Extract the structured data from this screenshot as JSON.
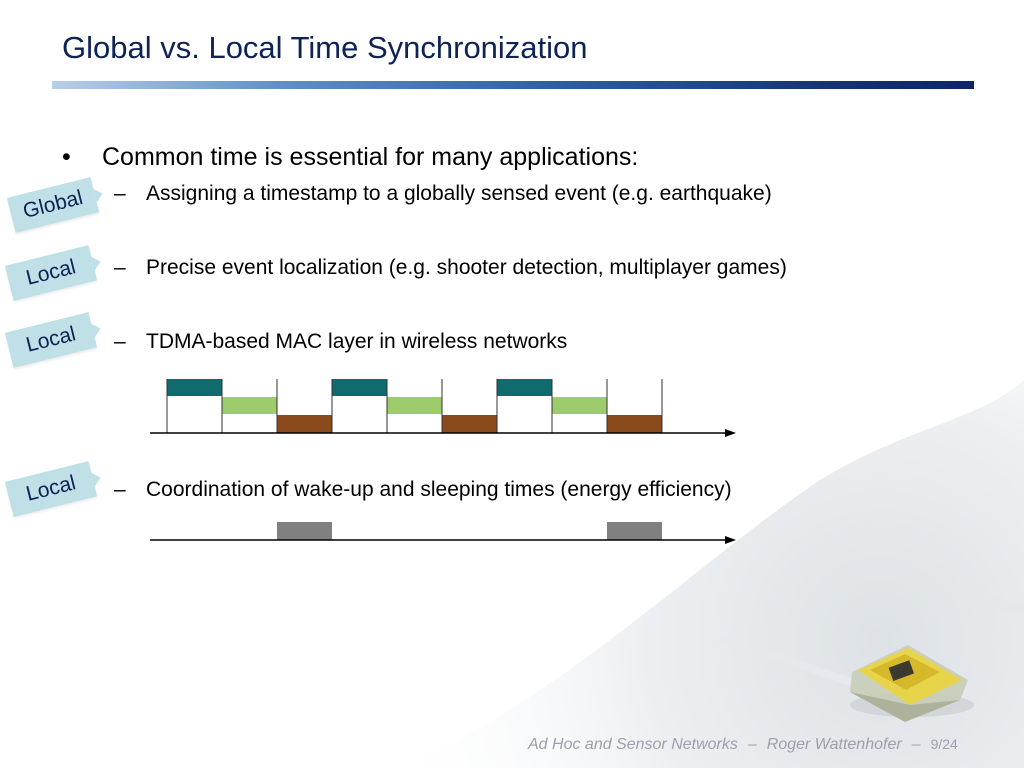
{
  "slide": {
    "title": "Global vs. Local Time Synchronization"
  },
  "bullet": {
    "symbol": "•",
    "text": "Common time is essential for many applications:"
  },
  "sub_items": [
    {
      "dash": "–",
      "text": "Assigning a timestamp to a globally sensed event (e.g. earthquake)",
      "tag": "Global"
    },
    {
      "dash": "–",
      "text": "Precise event localization (e.g. shooter detection, multiplayer games)",
      "tag": "Local"
    },
    {
      "dash": "–",
      "text": "TDMA-based MAC layer in wireless networks",
      "tag": "Local"
    },
    {
      "dash": "–",
      "text": "Coordination of wake-up and sleeping times (energy efficiency)",
      "tag": "Local"
    }
  ],
  "footer": {
    "course": "Ad Hoc and Sensor Networks",
    "separator": "–",
    "author": "Roger Wattenhofer",
    "page": "9/24"
  },
  "colors": {
    "title": "#0d2255",
    "tag_bg": "#bee0e6",
    "slot_teal": "#0f6b6e",
    "slot_green": "#9ccc6b",
    "slot_brown": "#8a4a1c",
    "slot_gray": "#808080"
  },
  "tdma_diagram": {
    "slot_count": 9,
    "pattern": [
      "teal",
      "green",
      "brown"
    ]
  },
  "sleep_diagram": {
    "active_slots": [
      2,
      8
    ]
  }
}
